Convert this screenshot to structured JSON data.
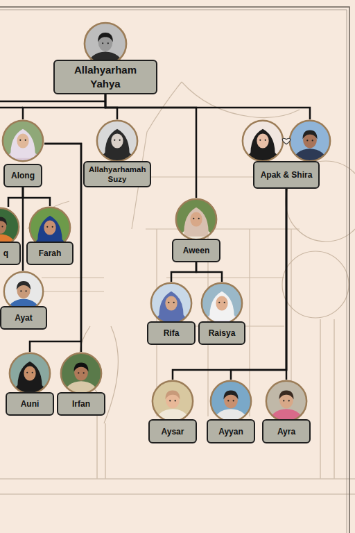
{
  "diagram": {
    "nodes": [
      {
        "text": [
          "Allahyarham Yahya"
        ]
      },
      {
        "text": [
          "Along"
        ]
      },
      {
        "text": [
          "Allahyarhamah Suzy"
        ]
      },
      {
        "text": [
          "Apak & Shira"
        ]
      },
      {
        "text": [
          "q"
        ]
      },
      {
        "text": [
          "Farah"
        ]
      },
      {
        "text": [
          "Aween"
        ]
      },
      {
        "text": [
          "Ayat"
        ]
      },
      {
        "text": [
          "Rifa"
        ]
      },
      {
        "text": [
          "Raisya"
        ]
      },
      {
        "text": [
          "Auni"
        ]
      },
      {
        "text": [
          "Irfan"
        ]
      },
      {
        "text": [
          "Aysar"
        ]
      },
      {
        "text": [
          "Ayyan"
        ]
      },
      {
        "text": [
          "Ayra"
        ]
      }
    ],
    "edges": [
      {
        "from": 0,
        "to": 1,
        "arrow": "none"
      },
      {
        "from": 0,
        "to": 2,
        "arrow": "none"
      },
      {
        "from": 0,
        "to": 6,
        "arrow": "none"
      },
      {
        "from": 0,
        "to": 3,
        "arrow": "none"
      },
      {
        "from": 1,
        "to": 4,
        "arrow": "none"
      },
      {
        "from": 1,
        "to": 5,
        "arrow": "none"
      },
      {
        "from": 1,
        "to": 7,
        "arrow": "none"
      },
      {
        "from": 1,
        "to": 10,
        "arrow": "none"
      },
      {
        "from": 1,
        "to": 11,
        "arrow": "none"
      },
      {
        "from": 6,
        "to": 8,
        "arrow": "none"
      },
      {
        "from": 6,
        "to": 9,
        "arrow": "none"
      },
      {
        "from": 3,
        "to": 12,
        "arrow": "none"
      },
      {
        "from": 3,
        "to": 13,
        "arrow": "none"
      },
      {
        "from": 3,
        "to": 14,
        "arrow": "none"
      }
    ]
  }
}
